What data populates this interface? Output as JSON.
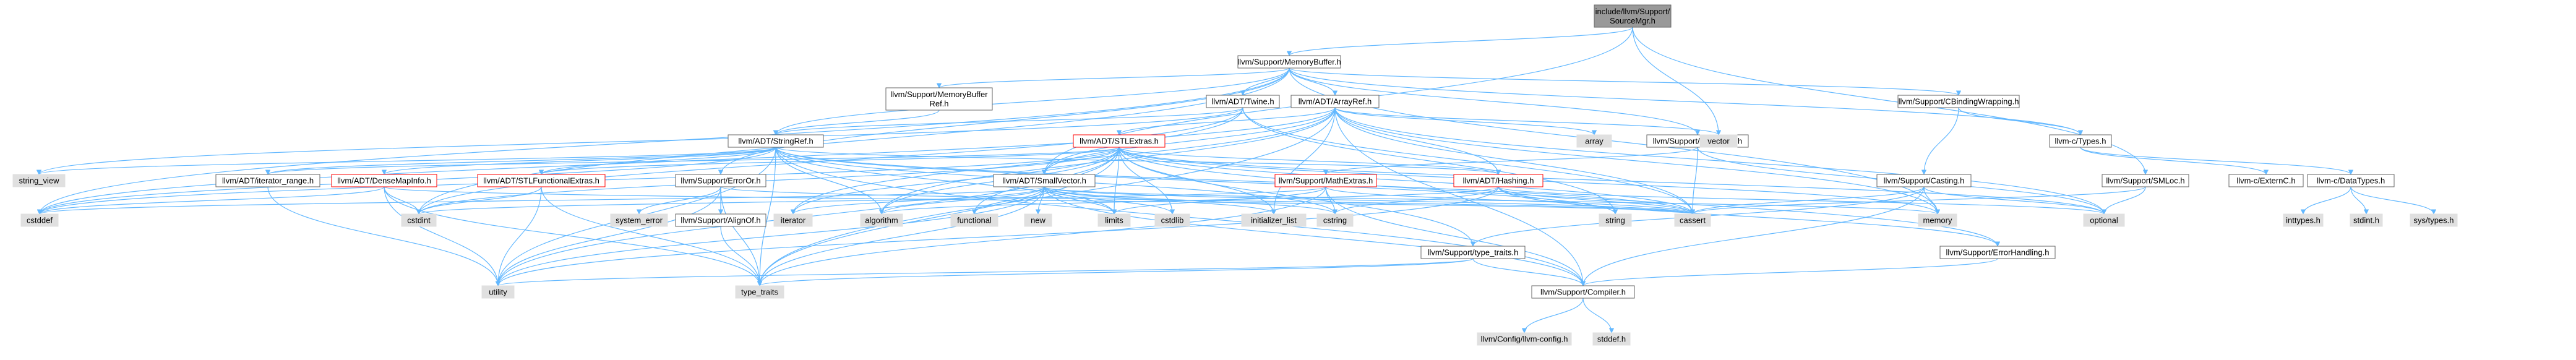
{
  "style": {
    "edge_color": "#63b8ff",
    "node_border": "#666666",
    "truncated_border": "#ff0000",
    "root_fill": "#999999",
    "system_fill": "#e0e0e0",
    "local_fill": "#ffffff"
  },
  "nodes": [
    {
      "id": "root",
      "label": "include/llvm/Support/SourceMgr.h",
      "kind": "root"
    },
    {
      "id": "memorybuffer",
      "label": "llvm/Support/MemoryBuffer.h",
      "kind": "local"
    },
    {
      "id": "memorybufferref",
      "label": "llvm/Support/MemoryBufferRef.h",
      "kind": "local"
    },
    {
      "id": "twine",
      "label": "llvm/ADT/Twine.h",
      "kind": "local"
    },
    {
      "id": "arrayref",
      "label": "llvm/ADT/ArrayRef.h",
      "kind": "local"
    },
    {
      "id": "cbinding",
      "label": "llvm/Support/CBindingWrapping.h",
      "kind": "local"
    },
    {
      "id": "ctypes",
      "label": "llvm-c/Types.h",
      "kind": "local"
    },
    {
      "id": "stringref",
      "label": "llvm/ADT/StringRef.h",
      "kind": "local"
    },
    {
      "id": "stlextras",
      "label": "llvm/ADT/STLExtras.h",
      "kind": "truncated"
    },
    {
      "id": "alignment",
      "label": "llvm/Support/Alignment.h",
      "kind": "local"
    },
    {
      "id": "smloc",
      "label": "llvm/Support/SMLoc.h",
      "kind": "local"
    },
    {
      "id": "array",
      "label": "array",
      "kind": "system"
    },
    {
      "id": "vector",
      "label": "vector",
      "kind": "system"
    },
    {
      "id": "string_view",
      "label": "string_view",
      "kind": "system"
    },
    {
      "id": "iterator_range",
      "label": "llvm/ADT/iterator_range.h",
      "kind": "local"
    },
    {
      "id": "densemapinfo",
      "label": "llvm/ADT/DenseMapInfo.h",
      "kind": "truncated"
    },
    {
      "id": "stlfunctional",
      "label": "llvm/ADT/STLFunctionalExtras.h",
      "kind": "truncated"
    },
    {
      "id": "erroror",
      "label": "llvm/Support/ErrorOr.h",
      "kind": "local"
    },
    {
      "id": "smallvector",
      "label": "llvm/ADT/SmallVector.h",
      "kind": "local"
    },
    {
      "id": "mathextras",
      "label": "llvm/Support/MathExtras.h",
      "kind": "truncated"
    },
    {
      "id": "hashing",
      "label": "llvm/ADT/Hashing.h",
      "kind": "truncated"
    },
    {
      "id": "casting",
      "label": "llvm/Support/Casting.h",
      "kind": "local"
    },
    {
      "id": "externc",
      "label": "llvm-c/ExternC.h",
      "kind": "local"
    },
    {
      "id": "datatypes",
      "label": "llvm-c/DataTypes.h",
      "kind": "local"
    },
    {
      "id": "cstddef",
      "label": "cstddef",
      "kind": "system"
    },
    {
      "id": "cstdint",
      "label": "cstdint",
      "kind": "system"
    },
    {
      "id": "system_error",
      "label": "system_error",
      "kind": "system"
    },
    {
      "id": "alignof",
      "label": "llvm/Support/AlignOf.h",
      "kind": "local"
    },
    {
      "id": "iterator",
      "label": "iterator",
      "kind": "system"
    },
    {
      "id": "algorithm",
      "label": "algorithm",
      "kind": "system"
    },
    {
      "id": "functional",
      "label": "functional",
      "kind": "system"
    },
    {
      "id": "new",
      "label": "new",
      "kind": "system"
    },
    {
      "id": "limits",
      "label": "limits",
      "kind": "system"
    },
    {
      "id": "cstdlib",
      "label": "cstdlib",
      "kind": "system"
    },
    {
      "id": "initializer_list",
      "label": "initializer_list",
      "kind": "system"
    },
    {
      "id": "cstring",
      "label": "cstring",
      "kind": "system"
    },
    {
      "id": "string",
      "label": "string",
      "kind": "system"
    },
    {
      "id": "cassert",
      "label": "cassert",
      "kind": "system"
    },
    {
      "id": "memory",
      "label": "memory",
      "kind": "system"
    },
    {
      "id": "optional",
      "label": "optional",
      "kind": "system"
    },
    {
      "id": "errorhandling",
      "label": "llvm/Support/ErrorHandling.h",
      "kind": "local"
    },
    {
      "id": "typetraits_h",
      "label": "llvm/Support/type_traits.h",
      "kind": "local"
    },
    {
      "id": "inttypes",
      "label": "inttypes.h",
      "kind": "system"
    },
    {
      "id": "stdint",
      "label": "stdint.h",
      "kind": "system"
    },
    {
      "id": "systypes",
      "label": "sys/types.h",
      "kind": "system"
    },
    {
      "id": "utility",
      "label": "utility",
      "kind": "system"
    },
    {
      "id": "type_traits",
      "label": "type_traits",
      "kind": "system"
    },
    {
      "id": "compiler",
      "label": "llvm/Support/Compiler.h",
      "kind": "local"
    },
    {
      "id": "llvmconfig",
      "label": "llvm/Config/llvm-config.h",
      "kind": "system"
    },
    {
      "id": "stddef",
      "label": "stddef.h",
      "kind": "system"
    }
  ],
  "edges": [
    [
      "root",
      "memorybuffer"
    ],
    [
      "root",
      "smloc"
    ],
    [
      "root",
      "vector"
    ],
    [
      "root",
      "smallvector"
    ],
    [
      "memorybuffer",
      "memorybufferref"
    ],
    [
      "memorybuffer",
      "twine"
    ],
    [
      "memorybuffer",
      "arrayref"
    ],
    [
      "memorybuffer",
      "cbinding"
    ],
    [
      "memorybuffer",
      "ctypes"
    ],
    [
      "memorybuffer",
      "stringref"
    ],
    [
      "memorybuffer",
      "alignment"
    ],
    [
      "memorybuffer",
      "erroror"
    ],
    [
      "memorybuffer",
      "cstddef"
    ],
    [
      "memorybuffer",
      "cstdint"
    ],
    [
      "memorybuffer",
      "memory"
    ],
    [
      "memorybufferref",
      "stringref"
    ],
    [
      "twine",
      "stringref"
    ],
    [
      "twine",
      "smallvector"
    ],
    [
      "twine",
      "cassert"
    ],
    [
      "twine",
      "cstdint"
    ],
    [
      "twine",
      "string"
    ],
    [
      "twine",
      "string_view"
    ],
    [
      "arrayref",
      "stlextras"
    ],
    [
      "arrayref",
      "hashing"
    ],
    [
      "arrayref",
      "smallvector"
    ],
    [
      "arrayref",
      "compiler"
    ],
    [
      "arrayref",
      "algorithm"
    ],
    [
      "arrayref",
      "array"
    ],
    [
      "arrayref",
      "cassert"
    ],
    [
      "arrayref",
      "cstddef"
    ],
    [
      "arrayref",
      "initializer_list"
    ],
    [
      "arrayref",
      "iterator"
    ],
    [
      "arrayref",
      "memory"
    ],
    [
      "arrayref",
      "optional"
    ],
    [
      "arrayref",
      "type_traits"
    ],
    [
      "arrayref",
      "vector"
    ],
    [
      "cbinding",
      "ctypes"
    ],
    [
      "cbinding",
      "casting"
    ],
    [
      "ctypes",
      "datatypes"
    ],
    [
      "ctypes",
      "externc"
    ],
    [
      "stringref",
      "densemapinfo"
    ],
    [
      "stringref",
      "stlfunctional"
    ],
    [
      "stringref",
      "iterator_range"
    ],
    [
      "stringref",
      "compiler"
    ],
    [
      "stringref",
      "algorithm"
    ],
    [
      "stringref",
      "cassert"
    ],
    [
      "stringref",
      "cstddef"
    ],
    [
      "stringref",
      "cstring"
    ],
    [
      "stringref",
      "limits"
    ],
    [
      "stringref",
      "string"
    ],
    [
      "stringref",
      "string_view"
    ],
    [
      "stringref",
      "type_traits"
    ],
    [
      "stringref",
      "utility"
    ],
    [
      "stringref",
      "hashing"
    ],
    [
      "stlextras",
      "stlfunctional"
    ],
    [
      "stlextras",
      "hashing"
    ],
    [
      "stlextras",
      "iterator_range"
    ],
    [
      "stlextras",
      "typetraits_h"
    ],
    [
      "stlextras",
      "errorhandling"
    ],
    [
      "stlextras",
      "algorithm"
    ],
    [
      "stlextras",
      "cassert"
    ],
    [
      "stlextras",
      "cstddef"
    ],
    [
      "stlextras",
      "cstdint"
    ],
    [
      "stlextras",
      "cstdlib"
    ],
    [
      "stlextras",
      "functional"
    ],
    [
      "stlextras",
      "initializer_list"
    ],
    [
      "stlextras",
      "iterator"
    ],
    [
      "stlextras",
      "limits"
    ],
    [
      "stlextras",
      "memory"
    ],
    [
      "stlextras",
      "optional"
    ],
    [
      "stlextras",
      "tuple_placeholder"
    ],
    [
      "stlextras",
      "type_traits"
    ],
    [
      "stlextras",
      "utility"
    ],
    [
      "alignment",
      "mathextras"
    ],
    [
      "alignment",
      "cassert"
    ],
    [
      "alignment",
      "optional"
    ],
    [
      "smloc",
      "optional"
    ],
    [
      "smloc",
      "cassert"
    ],
    [
      "iterator_range",
      "utility"
    ],
    [
      "densemapinfo",
      "cassert"
    ],
    [
      "densemapinfo",
      "cstddef"
    ],
    [
      "densemapinfo",
      "cstdint"
    ],
    [
      "densemapinfo",
      "tuple_placeholder"
    ],
    [
      "densemapinfo",
      "type_traits"
    ],
    [
      "densemapinfo",
      "utility"
    ],
    [
      "stlfunctional",
      "cstdint"
    ],
    [
      "stlfunctional",
      "type_traits"
    ],
    [
      "stlfunctional",
      "utility"
    ],
    [
      "erroror",
      "alignof"
    ],
    [
      "erroror",
      "cassert"
    ],
    [
      "erroror",
      "system_error"
    ],
    [
      "erroror",
      "type_traits"
    ],
    [
      "erroror",
      "utility"
    ],
    [
      "smallvector",
      "compiler"
    ],
    [
      "smallvector",
      "type_traits"
    ],
    [
      "smallvector",
      "algorithm"
    ],
    [
      "smallvector",
      "cassert"
    ],
    [
      "smallvector",
      "cstddef"
    ],
    [
      "smallvector",
      "cstdlib"
    ],
    [
      "smallvector",
      "cstring"
    ],
    [
      "smallvector",
      "functional"
    ],
    [
      "smallvector",
      "initializer_list"
    ],
    [
      "smallvector",
      "iterator"
    ],
    [
      "smallvector",
      "limits"
    ],
    [
      "smallvector",
      "memory"
    ],
    [
      "smallvector",
      "new"
    ],
    [
      "smallvector",
      "utility"
    ],
    [
      "mathextras",
      "compiler"
    ],
    [
      "mathextras",
      "cassert"
    ],
    [
      "mathextras",
      "climits_placeholder"
    ],
    [
      "mathextras",
      "cstdint"
    ],
    [
      "mathextras",
      "cstring"
    ],
    [
      "mathextras",
      "limits"
    ],
    [
      "mathextras",
      "type_traits"
    ],
    [
      "hashing",
      "errorhandling"
    ],
    [
      "hashing",
      "algorithm"
    ],
    [
      "hashing",
      "cassert"
    ],
    [
      "hashing",
      "cstring"
    ],
    [
      "hashing",
      "optional"
    ],
    [
      "hashing",
      "string"
    ],
    [
      "hashing",
      "tuple_placeholder"
    ],
    [
      "hashing",
      "utility"
    ],
    [
      "casting",
      "compiler"
    ],
    [
      "casting",
      "typetraits_h"
    ],
    [
      "casting",
      "cassert"
    ],
    [
      "casting",
      "memory"
    ],
    [
      "casting",
      "optional"
    ],
    [
      "datatypes",
      "inttypes"
    ],
    [
      "datatypes",
      "stdint"
    ],
    [
      "datatypes",
      "systypes"
    ],
    [
      "errorhandling",
      "compiler"
    ],
    [
      "typetraits_h",
      "compiler"
    ],
    [
      "typetraits_h",
      "type_traits"
    ],
    [
      "typetraits_h",
      "utility"
    ],
    [
      "alignof",
      "type_traits"
    ],
    [
      "compiler",
      "llvmconfig"
    ],
    [
      "compiler",
      "stddef"
    ]
  ]
}
